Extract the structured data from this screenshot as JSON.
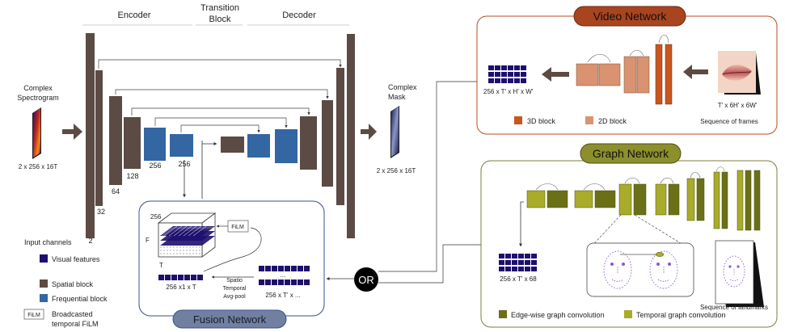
{
  "colors": {
    "spatial": "#5c4a44",
    "frequential": "#3366a3",
    "visual": "#1d0f6e",
    "block3d": "#c8561e",
    "block2d": "#d99370",
    "graph_edge": "#6b7016",
    "graph_temporal": "#a8ac2a",
    "video_title_bg": "#a8451e",
    "graph_title_bg": "#8c8f2c",
    "fusion_title_bg": "#7180a0",
    "border_video": "#b94e1c",
    "border_graph": "#7d7e3a",
    "border_fusion": "#3b4f8f"
  },
  "unet": {
    "section_encoder": "Encoder",
    "section_transition_1": "Transition",
    "section_transition_2": "Block",
    "section_decoder": "Decoder",
    "input_label_1": "Complex",
    "input_label_2": "Spectrogram",
    "input_dims": "2 x 256 x 16T",
    "output_label_1": "Complex",
    "output_label_2": "Mask",
    "output_dims": "2 x 256 x 16T",
    "channel_2": "2",
    "channel_32": "32",
    "channel_64": "64",
    "channel_128": "128",
    "channel_256a": "256",
    "channel_256b": "256"
  },
  "legend": {
    "input_channels": "Input channels",
    "visual_features": "Visual features",
    "spatial_block": "Spatial block",
    "frequential_block": "Frequential block",
    "film_tag": "FiLM",
    "film_line1": "Broadcasted",
    "film_line2": "temporal FiLM"
  },
  "fusion": {
    "title": "Fusion Network",
    "cube_256": "256",
    "cube_F": "F",
    "cube_T": "T",
    "film": "FiLM",
    "dims_t": "256 x1 x T",
    "pool_1": "Spatio",
    "pool_2": "Temporal",
    "pool_3": "Avg-pool",
    "dims_tprime": "256 x T' x ...",
    "ellipsis": "..."
  },
  "or_label": "OR",
  "video": {
    "title": "Video Network",
    "output_dims": "256 x T' x H' x W'",
    "input_dims": "T' x 6H' x 6W'",
    "legend_3d": "3D block",
    "legend_2d": "2D block",
    "legend_frames": "Sequence of frames"
  },
  "graph": {
    "title": "Graph Network",
    "output_dims": "256 x T' x 68",
    "legend_edge": "Edge-wise graph convolution",
    "legend_temporal": "Temporal graph convolution",
    "legend_landmarks": "Sequence of landmarks"
  }
}
